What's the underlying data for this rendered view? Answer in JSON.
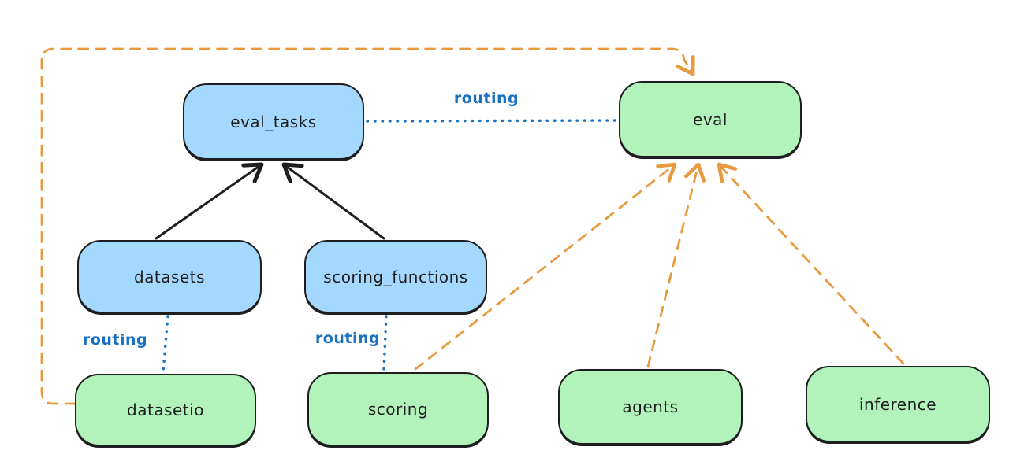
{
  "diagram": {
    "nodes": [
      {
        "id": "eval_tasks",
        "label": "eval_tasks",
        "color": "blue"
      },
      {
        "id": "eval",
        "label": "eval",
        "color": "green"
      },
      {
        "id": "datasets",
        "label": "datasets",
        "color": "blue"
      },
      {
        "id": "scoring_functions",
        "label": "scoring_functions",
        "color": "blue"
      },
      {
        "id": "datasetio",
        "label": "datasetio",
        "color": "green"
      },
      {
        "id": "scoring",
        "label": "scoring",
        "color": "green"
      },
      {
        "id": "agents",
        "label": "agents",
        "color": "green"
      },
      {
        "id": "inference",
        "label": "inference",
        "color": "green"
      }
    ],
    "edges": [
      {
        "from": "datasets",
        "to": "eval_tasks",
        "style": "solid",
        "color": "black",
        "arrow": true,
        "label": ""
      },
      {
        "from": "scoring_functions",
        "to": "eval_tasks",
        "style": "solid",
        "color": "black",
        "arrow": true,
        "label": ""
      },
      {
        "from": "eval_tasks",
        "to": "eval",
        "style": "dotted",
        "color": "blue",
        "arrow": false,
        "label": "routing"
      },
      {
        "from": "datasets",
        "to": "datasetio",
        "style": "dotted",
        "color": "blue",
        "arrow": false,
        "label": "routing"
      },
      {
        "from": "scoring_functions",
        "to": "scoring",
        "style": "dotted",
        "color": "blue",
        "arrow": false,
        "label": "routing"
      },
      {
        "from": "datasetio",
        "to": "eval",
        "style": "dashed",
        "color": "orange",
        "arrow": true,
        "label": "",
        "route": "around-left-and-top"
      },
      {
        "from": "scoring",
        "to": "eval",
        "style": "dashed",
        "color": "orange",
        "arrow": true,
        "label": ""
      },
      {
        "from": "agents",
        "to": "eval",
        "style": "dashed",
        "color": "orange",
        "arrow": true,
        "label": ""
      },
      {
        "from": "inference",
        "to": "eval",
        "style": "dashed",
        "color": "orange",
        "arrow": true,
        "label": ""
      }
    ],
    "colors": {
      "blue_fill": "#a5d8ff",
      "green_fill": "#b2f2bb",
      "stroke": "#1e1e1e",
      "routing_blue": "#1971c2",
      "orange": "#e89a3f",
      "background": "#ffffff"
    }
  }
}
